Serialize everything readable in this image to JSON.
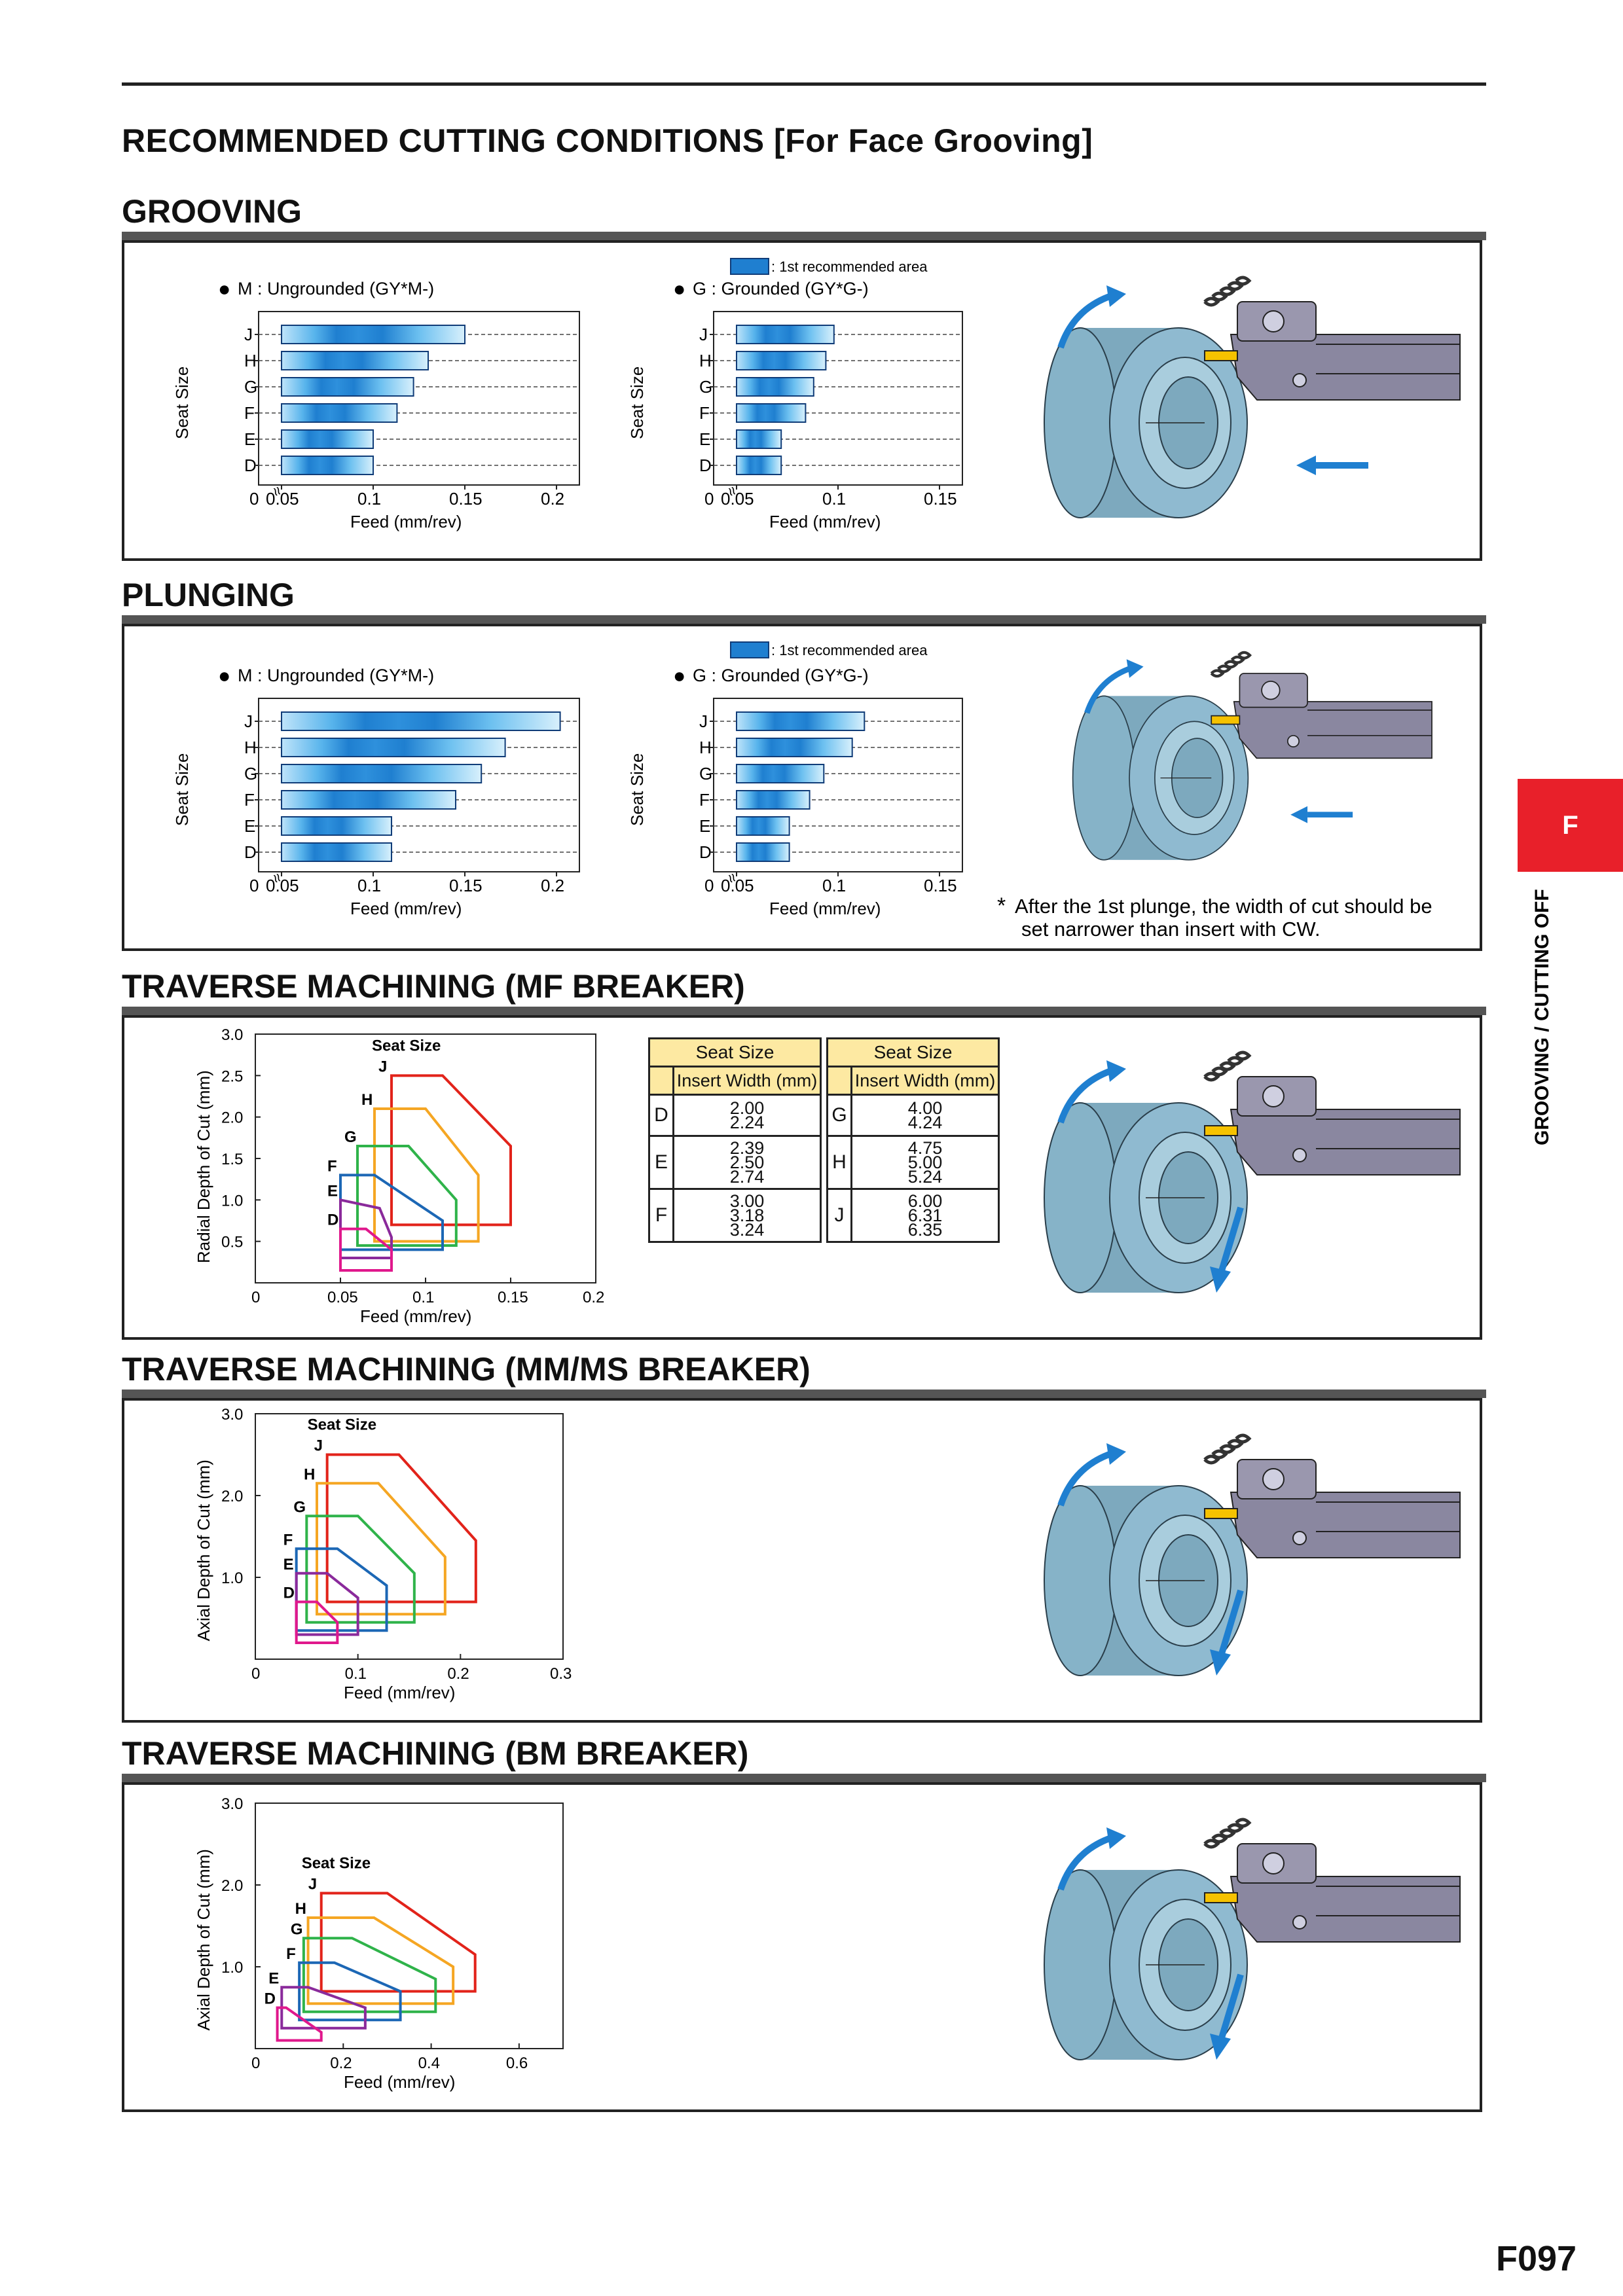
{
  "title": "RECOMMENDED CUTTING CONDITIONS [For Face Grooving]",
  "page_number": "F097",
  "side_tab": {
    "letter": "F",
    "label": "GROOVING / CUTTING OFF"
  },
  "sections": {
    "grooving": {
      "title": "GROOVING"
    },
    "plunging": {
      "title": "PLUNGING",
      "note_star": "*",
      "note_line1": "After the 1st plunge, the width of cut should be",
      "note_line2": "set narrower than insert with CW."
    },
    "mf": {
      "title": "TRAVERSE MACHINING (MF BREAKER)"
    },
    "mm": {
      "title": "TRAVERSE MACHINING (MM/MS BREAKER)"
    },
    "bm": {
      "title": "TRAVERSE MACHINING (BM BREAKER)"
    }
  },
  "legend": {
    "recommended": ": 1st recommended area"
  },
  "insert_table": {
    "col_header": "Seat Size",
    "sub_header": "Insert Width (mm)",
    "left": [
      {
        "seat": "D",
        "widths": [
          "2.00",
          "2.24"
        ]
      },
      {
        "seat": "E",
        "widths": [
          "2.39",
          "2.50",
          "2.74"
        ]
      },
      {
        "seat": "F",
        "widths": [
          "3.00",
          "3.18",
          "3.24"
        ]
      }
    ],
    "right": [
      {
        "seat": "G",
        "widths": [
          "4.00",
          "4.24"
        ]
      },
      {
        "seat": "H",
        "widths": [
          "4.75",
          "5.00",
          "5.24"
        ]
      },
      {
        "seat": "J",
        "widths": [
          "6.00",
          "6.31",
          "6.35"
        ]
      }
    ]
  },
  "colors": {
    "J": "#e2231a",
    "H": "#f5a623",
    "G": "#2fb34a",
    "F": "#1c67b5",
    "E": "#8a2a9b",
    "D": "#e0188c",
    "accent": "#e8202a",
    "bar": "#1f7fd0"
  },
  "chart_data": [
    {
      "id": "grooving-m",
      "type": "bar",
      "title": "M : Ungrounded (GY*M-)",
      "xlabel": "Feed (mm/rev)",
      "ylabel": "Seat Size",
      "categories": [
        "J",
        "H",
        "G",
        "F",
        "E",
        "D"
      ],
      "x_ticks": [
        "0",
        "0.05",
        "0.1",
        "0.15",
        "0.2"
      ],
      "xlim": [
        0.05,
        0.2
      ],
      "ranges": [
        [
          0.05,
          0.15
        ],
        [
          0.05,
          0.13
        ],
        [
          0.05,
          0.122
        ],
        [
          0.05,
          0.113
        ],
        [
          0.05,
          0.1
        ],
        [
          0.05,
          0.1
        ]
      ]
    },
    {
      "id": "grooving-g",
      "type": "bar",
      "title": "G : Grounded (GY*G-)",
      "xlabel": "Feed (mm/rev)",
      "ylabel": "Seat Size",
      "categories": [
        "J",
        "H",
        "G",
        "F",
        "E",
        "D"
      ],
      "x_ticks": [
        "0",
        "0.05",
        "0.1",
        "0.15"
      ],
      "xlim": [
        0.05,
        0.15
      ],
      "ranges": [
        [
          0.05,
          0.098
        ],
        [
          0.05,
          0.094
        ],
        [
          0.05,
          0.088
        ],
        [
          0.05,
          0.084
        ],
        [
          0.05,
          0.072
        ],
        [
          0.05,
          0.072
        ]
      ]
    },
    {
      "id": "plunging-m",
      "type": "bar",
      "title": "M : Ungrounded (GY*M-)",
      "xlabel": "Feed (mm/rev)",
      "ylabel": "Seat Size",
      "categories": [
        "J",
        "H",
        "G",
        "F",
        "E",
        "D"
      ],
      "x_ticks": [
        "0",
        "0.05",
        "0.1",
        "0.15",
        "0.2"
      ],
      "xlim": [
        0.05,
        0.2
      ],
      "ranges": [
        [
          0.05,
          0.202
        ],
        [
          0.05,
          0.172
        ],
        [
          0.05,
          0.159
        ],
        [
          0.05,
          0.145
        ],
        [
          0.05,
          0.11
        ],
        [
          0.05,
          0.11
        ]
      ]
    },
    {
      "id": "plunging-g",
      "type": "bar",
      "title": "G : Grounded (GY*G-)",
      "xlabel": "Feed (mm/rev)",
      "ylabel": "Seat Size",
      "categories": [
        "J",
        "H",
        "G",
        "F",
        "E",
        "D"
      ],
      "x_ticks": [
        "0",
        "0.05",
        "0.1",
        "0.15"
      ],
      "xlim": [
        0.05,
        0.15
      ],
      "ranges": [
        [
          0.05,
          0.113
        ],
        [
          0.05,
          0.107
        ],
        [
          0.05,
          0.093
        ],
        [
          0.05,
          0.086
        ],
        [
          0.05,
          0.076
        ],
        [
          0.05,
          0.076
        ]
      ]
    },
    {
      "id": "mf",
      "type": "area",
      "ylabel": "Radial Depth of Cut (mm)",
      "xlabel": "Feed (mm/rev)",
      "legend_title": "Seat Size",
      "xlim": [
        0,
        0.2
      ],
      "ylim": [
        0,
        3.0
      ],
      "x_ticks": [
        "0",
        "0.05",
        "0.1",
        "0.15",
        "0.2"
      ],
      "y_ticks": [
        "0.5",
        "1.0",
        "1.5",
        "2.0",
        "2.5",
        "3.0"
      ],
      "series": [
        {
          "name": "J",
          "points": [
            [
              0.08,
              0.7
            ],
            [
              0.08,
              2.5
            ],
            [
              0.11,
              2.5
            ],
            [
              0.15,
              1.65
            ],
            [
              0.15,
              0.7
            ]
          ]
        },
        {
          "name": "H",
          "points": [
            [
              0.07,
              0.5
            ],
            [
              0.07,
              2.1
            ],
            [
              0.1,
              2.1
            ],
            [
              0.131,
              1.3
            ],
            [
              0.131,
              0.5
            ]
          ]
        },
        {
          "name": "G",
          "points": [
            [
              0.06,
              0.45
            ],
            [
              0.06,
              1.65
            ],
            [
              0.09,
              1.65
            ],
            [
              0.118,
              1.0
            ],
            [
              0.118,
              0.45
            ]
          ]
        },
        {
          "name": "F",
          "points": [
            [
              0.05,
              0.4
            ],
            [
              0.05,
              1.3
            ],
            [
              0.07,
              1.3
            ],
            [
              0.11,
              0.75
            ],
            [
              0.11,
              0.4
            ]
          ]
        },
        {
          "name": "E",
          "points": [
            [
              0.05,
              0.3
            ],
            [
              0.05,
              1.0
            ],
            [
              0.073,
              0.9
            ],
            [
              0.08,
              0.55
            ],
            [
              0.08,
              0.3
            ]
          ]
        },
        {
          "name": "D",
          "points": [
            [
              0.05,
              0.15
            ],
            [
              0.05,
              0.65
            ],
            [
              0.065,
              0.65
            ],
            [
              0.08,
              0.4
            ],
            [
              0.08,
              0.15
            ]
          ]
        }
      ]
    },
    {
      "id": "mm",
      "type": "area",
      "ylabel": "Axial Depth of Cut (mm)",
      "xlabel": "Feed (mm/rev)",
      "legend_title": "Seat Size",
      "xlim": [
        0,
        0.3
      ],
      "ylim": [
        0,
        3.0
      ],
      "x_ticks": [
        "0",
        "0.1",
        "0.2",
        "0.3"
      ],
      "y_ticks": [
        "1.0",
        "2.0",
        "3.0"
      ],
      "series": [
        {
          "name": "J",
          "points": [
            [
              0.07,
              0.7
            ],
            [
              0.07,
              2.5
            ],
            [
              0.14,
              2.5
            ],
            [
              0.215,
              1.45
            ],
            [
              0.215,
              0.7
            ]
          ]
        },
        {
          "name": "H",
          "points": [
            [
              0.06,
              0.55
            ],
            [
              0.06,
              2.15
            ],
            [
              0.12,
              2.15
            ],
            [
              0.185,
              1.25
            ],
            [
              0.185,
              0.55
            ]
          ]
        },
        {
          "name": "G",
          "points": [
            [
              0.05,
              0.45
            ],
            [
              0.05,
              1.75
            ],
            [
              0.1,
              1.75
            ],
            [
              0.155,
              1.05
            ],
            [
              0.155,
              0.45
            ]
          ]
        },
        {
          "name": "F",
          "points": [
            [
              0.04,
              0.35
            ],
            [
              0.04,
              1.35
            ],
            [
              0.08,
              1.35
            ],
            [
              0.128,
              0.9
            ],
            [
              0.128,
              0.35
            ]
          ]
        },
        {
          "name": "E",
          "points": [
            [
              0.04,
              0.3
            ],
            [
              0.04,
              1.05
            ],
            [
              0.07,
              1.05
            ],
            [
              0.1,
              0.75
            ],
            [
              0.1,
              0.3
            ]
          ]
        },
        {
          "name": "D",
          "points": [
            [
              0.04,
              0.2
            ],
            [
              0.04,
              0.7
            ],
            [
              0.06,
              0.7
            ],
            [
              0.08,
              0.45
            ],
            [
              0.08,
              0.2
            ]
          ]
        }
      ]
    },
    {
      "id": "bm",
      "type": "area",
      "ylabel": "Axial Depth of Cut (mm)",
      "xlabel": "Feed (mm/rev)",
      "legend_title": "Seat Size",
      "xlim": [
        0,
        0.7
      ],
      "ylim": [
        0,
        3.0
      ],
      "x_ticks": [
        "0",
        "0.2",
        "0.4",
        "0.6"
      ],
      "y_ticks": [
        "1.0",
        "2.0",
        "3.0"
      ],
      "series": [
        {
          "name": "J",
          "points": [
            [
              0.15,
              0.7
            ],
            [
              0.15,
              1.9
            ],
            [
              0.3,
              1.9
            ],
            [
              0.5,
              1.15
            ],
            [
              0.5,
              0.7
            ]
          ]
        },
        {
          "name": "H",
          "points": [
            [
              0.12,
              0.55
            ],
            [
              0.12,
              1.6
            ],
            [
              0.27,
              1.6
            ],
            [
              0.45,
              1.0
            ],
            [
              0.45,
              0.55
            ]
          ]
        },
        {
          "name": "G",
          "points": [
            [
              0.11,
              0.45
            ],
            [
              0.11,
              1.35
            ],
            [
              0.22,
              1.35
            ],
            [
              0.41,
              0.85
            ],
            [
              0.41,
              0.45
            ]
          ]
        },
        {
          "name": "F",
          "points": [
            [
              0.1,
              0.35
            ],
            [
              0.1,
              1.05
            ],
            [
              0.18,
              1.05
            ],
            [
              0.33,
              0.7
            ],
            [
              0.33,
              0.35
            ]
          ]
        },
        {
          "name": "E",
          "points": [
            [
              0.06,
              0.25
            ],
            [
              0.06,
              0.75
            ],
            [
              0.12,
              0.75
            ],
            [
              0.25,
              0.5
            ],
            [
              0.25,
              0.25
            ]
          ]
        },
        {
          "name": "D",
          "points": [
            [
              0.05,
              0.1
            ],
            [
              0.05,
              0.5
            ],
            [
              0.07,
              0.5
            ],
            [
              0.15,
              0.2
            ],
            [
              0.15,
              0.1
            ]
          ]
        }
      ]
    }
  ]
}
